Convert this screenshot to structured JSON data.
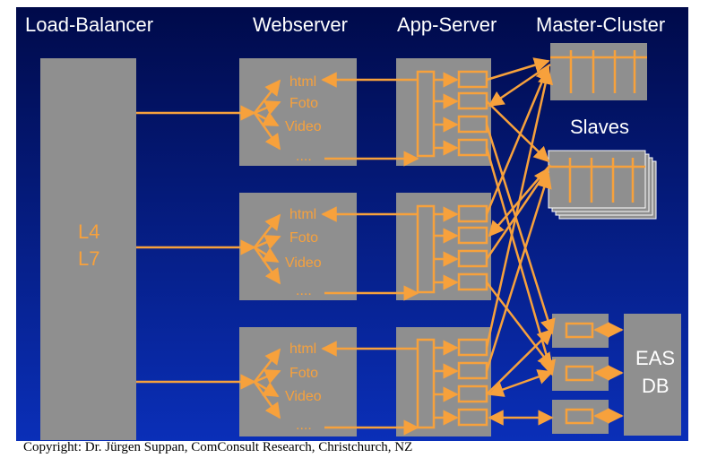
{
  "colors": {
    "background_top": "#000a4a",
    "background_bottom": "#0a2fb8",
    "box": "#8f8f8f",
    "accent": "#f7a13c",
    "header_text": "#ffffff"
  },
  "headers": {
    "load_balancer": "Load-Balancer",
    "webserver": "Webserver",
    "app_server": "App-Server",
    "master_cluster": "Master-Cluster"
  },
  "load_balancer": {
    "line1": "L4",
    "line2": "L7"
  },
  "webserver_items": [
    "html",
    "Foto",
    "Video",
    "...."
  ],
  "slaves_label": "Slaves",
  "eas_db": {
    "line1": "EAS",
    "line2": "DB"
  },
  "copyright": "Copyright: Dr. Jürgen Suppan, ComConsult Research, Christchurch, NZ"
}
